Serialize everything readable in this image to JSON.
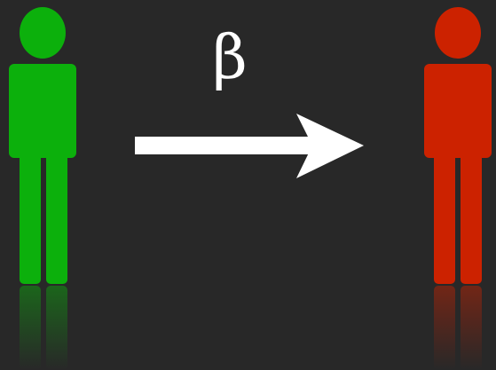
{
  "diagram": {
    "transition_label": "β",
    "figures": [
      {
        "role": "source",
        "color": "#0cb00c",
        "icon": "person-icon"
      },
      {
        "role": "target",
        "color": "#cc2200",
        "icon": "person-icon"
      }
    ],
    "arrow": {
      "color": "#ffffff",
      "direction": "right",
      "icon": "arrow-right-icon"
    },
    "background_color": "#282828"
  }
}
